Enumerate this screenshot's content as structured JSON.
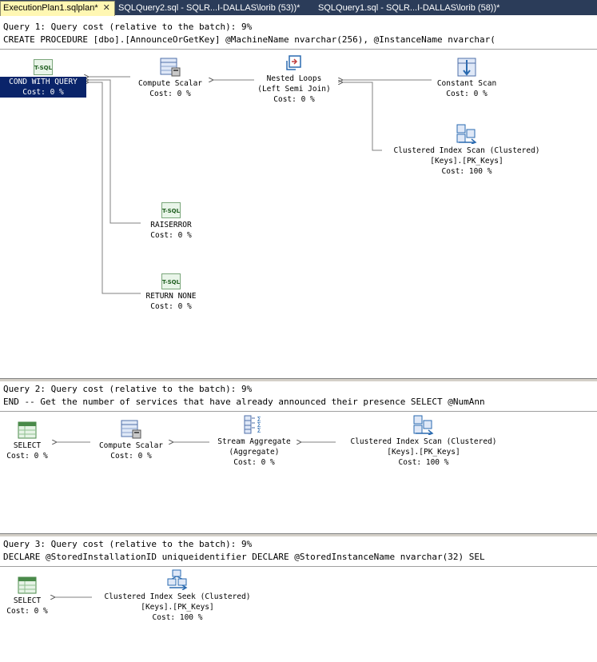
{
  "tabs": [
    {
      "label": "ExecutionPlan1.sqlplan*",
      "close": "✕",
      "active": true
    },
    {
      "label": "SQLQuery2.sql - SQLR...I-DALLAS\\lorib (53))*",
      "active": false
    },
    {
      "label": "SQLQuery1.sql - SQLR...I-DALLAS\\lorib (58))*",
      "active": false
    }
  ],
  "queries": [
    {
      "title": "Query 1: Query cost (relative to the batch): 9%",
      "sql": "CREATE PROCEDURE [dbo].[AnnounceOrGetKey] @MachineName nvarchar(256), @InstanceName nvarchar(",
      "nodes": {
        "cond": {
          "line1": "COND WITH QUERY",
          "cost": "Cost: 0 %",
          "icon": "tsql-icon"
        },
        "compute": {
          "line1": "Compute Scalar",
          "cost": "Cost: 0 %",
          "icon": "compute-scalar-icon"
        },
        "nested": {
          "line1": "Nested Loops",
          "line2": "(Left Semi Join)",
          "cost": "Cost: 0 %",
          "icon": "nested-loops-icon"
        },
        "constant": {
          "line1": "Constant Scan",
          "cost": "Cost: 0 %",
          "icon": "constant-scan-icon"
        },
        "clustered": {
          "line1": "Clustered Index Scan (Clustered)",
          "line2": "[Keys].[PK_Keys]",
          "cost": "Cost: 100 %",
          "icon": "clustered-index-scan-icon"
        },
        "raiserror": {
          "line1": "RAISERROR",
          "cost": "Cost: 0 %",
          "icon": "tsql-icon"
        },
        "return": {
          "line1": "RETURN NONE",
          "cost": "Cost: 0 %",
          "icon": "tsql-icon"
        }
      }
    },
    {
      "title": "Query 2: Query cost (relative to the batch): 9%",
      "sql": "END -- Get the number of services that have already announced their presence SELECT @NumAnn",
      "nodes": {
        "select": {
          "line1": "SELECT",
          "cost": "Cost: 0 %",
          "icon": "select-icon"
        },
        "compute": {
          "line1": "Compute Scalar",
          "cost": "Cost: 0 %",
          "icon": "compute-scalar-icon"
        },
        "stream": {
          "line1": "Stream Aggregate",
          "line2": "(Aggregate)",
          "cost": "Cost: 0 %",
          "icon": "stream-aggregate-icon"
        },
        "clustered": {
          "line1": "Clustered Index Scan (Clustered)",
          "line2": "[Keys].[PK_Keys]",
          "cost": "Cost: 100 %",
          "icon": "clustered-index-scan-icon"
        }
      }
    },
    {
      "title": "Query 3: Query cost (relative to the batch): 9%",
      "sql": "DECLARE @StoredInstallationID uniqueidentifier DECLARE @StoredInstanceName nvarchar(32) SEL",
      "nodes": {
        "select": {
          "line1": "SELECT",
          "cost": "Cost: 0 %",
          "icon": "select-icon"
        },
        "seek": {
          "line1": "Clustered Index Seek (Clustered)",
          "line2": "[Keys].[PK_Keys]",
          "cost": "Cost: 100 %",
          "icon": "clustered-index-seek-icon"
        }
      }
    }
  ]
}
